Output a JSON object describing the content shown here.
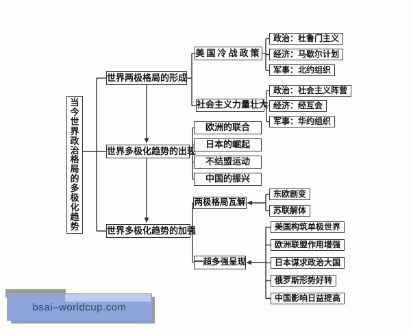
{
  "colors": {
    "background": "#fdfdfd",
    "box_border": "#333333",
    "box_text": "#141414",
    "watermark_blue": "#8ca4da",
    "watermark_light_blue": "#bccbee",
    "watermark_gray": "#9b9b9b",
    "watermark_text_color": "#3a4150"
  },
  "root": {
    "label": "当今世界政治格局的多极化趋势"
  },
  "branches": [
    {
      "label": "世界两极格局的形成",
      "children": [
        {
          "label": "美国冷战政策",
          "children": [
            {
              "label": "政治：杜鲁门主义"
            },
            {
              "label": "经济：马歇尔计划"
            },
            {
              "label": "军事：北约组织"
            }
          ]
        },
        {
          "label": "社会主义力量壮大",
          "children": [
            {
              "label": "政治：社会主义阵营"
            },
            {
              "label": "经济：经互会"
            },
            {
              "label": "军事：华约组织"
            }
          ]
        }
      ]
    },
    {
      "label": "世界多极化趋势的出现",
      "children": [
        {
          "label": "欧洲的联合"
        },
        {
          "label": "日本的崛起"
        },
        {
          "label": "不结盟运动"
        },
        {
          "label": "中国的振兴"
        }
      ]
    },
    {
      "label": "世界多极化趋势的加强",
      "children": [
        {
          "label": "两极格局瓦解",
          "children": [
            {
              "label": "东欧剧变"
            },
            {
              "label": "苏联解体"
            }
          ]
        },
        {
          "label": "一超多强呈现",
          "children": [
            {
              "label": "美国构筑单极世界"
            },
            {
              "label": "欧洲联盟作用增强"
            },
            {
              "label": "日本谋求政治大国"
            },
            {
              "label": "俄罗斯形势好转"
            },
            {
              "label": "中国影响日益提高"
            }
          ]
        }
      ]
    }
  ],
  "watermark": {
    "text": "bsai–worldcup.com"
  }
}
